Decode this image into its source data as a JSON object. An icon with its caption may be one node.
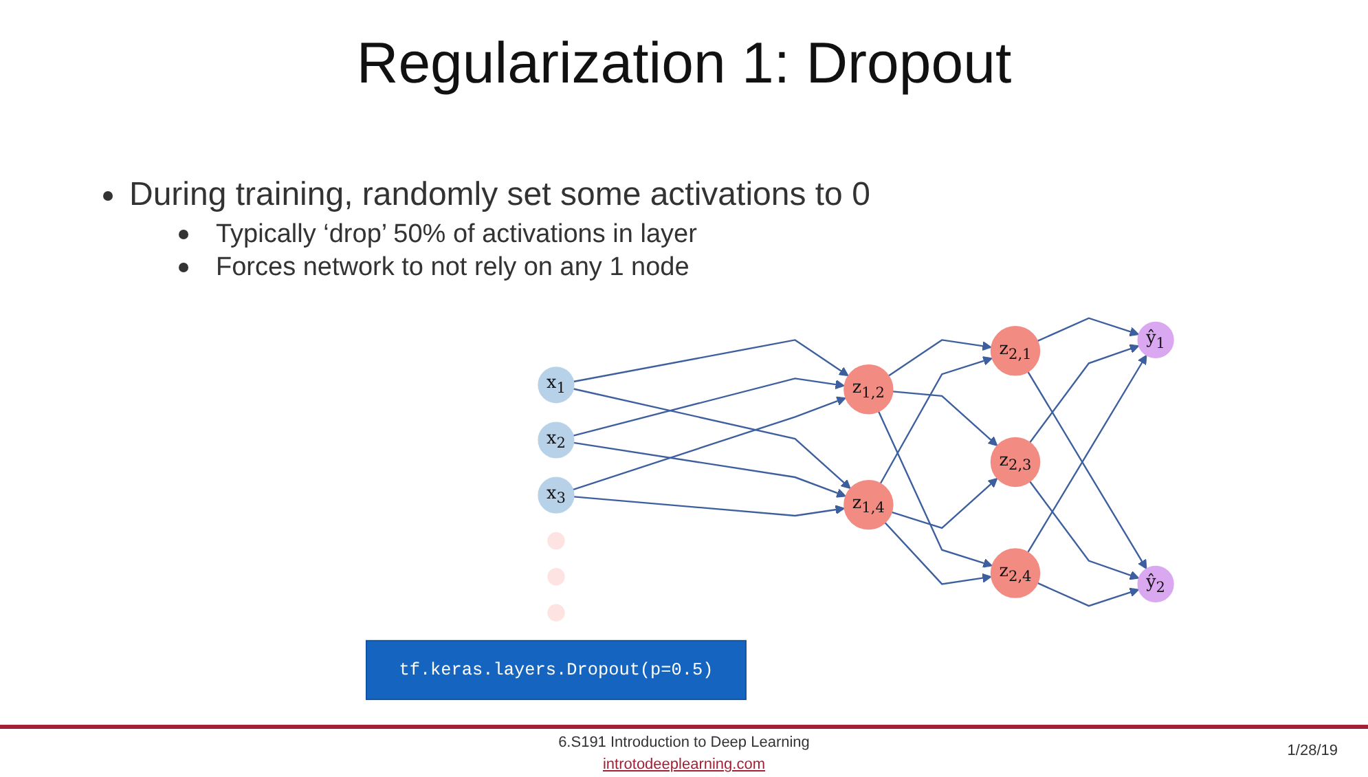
{
  "diagram": {
    "title": "Regularization 1: Dropout",
    "nodes": [
      {
        "text": [
          "x$_{1}$"
        ]
      },
      {
        "text": [
          "x$_{2}$"
        ]
      },
      {
        "text": [
          "x$_{3}$"
        ]
      },
      {
        "text": [],
        "shape": "circle"
      },
      {
        "text": [
          "z$_{1,2}$"
        ]
      },
      {
        "text": [],
        "shape": "circle"
      },
      {
        "text": [
          "z$_{1,4}$"
        ]
      },
      {
        "text": [
          "z$_{2,1}$"
        ]
      },
      {
        "text": [],
        "shape": "circle"
      },
      {
        "text": [
          "z$_{2,3}$"
        ]
      },
      {
        "text": [
          "z$_{2,4}$"
        ]
      },
      {
        "text": [
          "ŷ$_{1}$"
        ]
      },
      {
        "text": [
          "ŷ$_{2}$"
        ]
      },
      {
        "text": [
          "tf.keras.layers.Dropout(p=0.5)"
        ]
      }
    ],
    "edges": [
      {
        "from": 0,
        "to": 4,
        "arrow": "to"
      },
      {
        "from": 0,
        "to": 6,
        "arrow": "to"
      },
      {
        "from": 1,
        "to": 4,
        "arrow": "to"
      },
      {
        "from": 1,
        "to": 6,
        "arrow": "to"
      },
      {
        "from": 2,
        "to": 4,
        "arrow": "to"
      },
      {
        "from": 2,
        "to": 6,
        "arrow": "to"
      },
      {
        "from": 4,
        "to": 7,
        "arrow": "to"
      },
      {
        "from": 4,
        "to": 9,
        "arrow": "to"
      },
      {
        "from": 4,
        "to": 10,
        "arrow": "to"
      },
      {
        "from": 6,
        "to": 7,
        "arrow": "to"
      },
      {
        "from": 6,
        "to": 9,
        "arrow": "to"
      },
      {
        "from": 6,
        "to": 10,
        "arrow": "to"
      },
      {
        "from": 7,
        "to": 11,
        "arrow": "to"
      },
      {
        "from": 7,
        "to": 12,
        "arrow": "to"
      },
      {
        "from": 9,
        "to": 11,
        "arrow": "to"
      },
      {
        "from": 9,
        "to": 12,
        "arrow": "to"
      },
      {
        "from": 10,
        "to": 11,
        "arrow": "to"
      },
      {
        "from": 10,
        "to": 12,
        "arrow": "to"
      }
    ],
    "labels": [
      "During training, randomly set some activations to 0",
      "Typically ‘drop’ 50% of activations in layer",
      "Forces network to not rely on any 1 node",
      "6.S191 Introduction to Deep Learning",
      "introtodeeplearning.com",
      "1/28/19"
    ]
  }
}
